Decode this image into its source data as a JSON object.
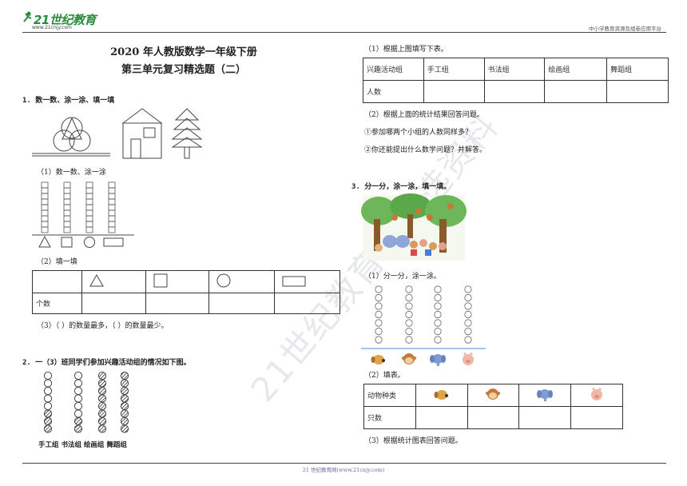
{
  "header": {
    "logo_text": "21世纪教育",
    "logo_url": "www.21cnjy.com",
    "right_text": "中小学教育资源及组卷应用平台"
  },
  "title": {
    "line1": "2020 年人教版数学一年级下册",
    "line2": "第三单元复习精选题（二）"
  },
  "q1": {
    "heading": "1. 数一数、涂一涂、填一填",
    "sub1": "（1）数一数、涂一涂",
    "sub2": "（2）填一填",
    "table_row_label": "个数",
    "sub3": "（3）（    ）的数量最多，（    ）的数量最少。"
  },
  "q2": {
    "heading": "2. 一（3）班同学们参加兴趣活动组的情况如下图。",
    "groups": [
      "手工组",
      "书法组",
      "绘画组",
      "舞蹈组"
    ],
    "groups_caption": "手工组 书法组 绘画组 舞蹈组",
    "sub1": "（1）根据上图填写下表。",
    "table_headers": [
      "兴趣活动组",
      "手工组",
      "书法组",
      "绘画组",
      "舞蹈组"
    ],
    "table_row_label": "人数",
    "sub2": "（2）根据上面的统计结果回答问题。",
    "sub2_q1": "①参加哪两个小组的人数同样多？",
    "sub2_q2": "②你还能提出什么数学问题？并解答。"
  },
  "q3": {
    "heading": "3. 分一分，涂一涂，填一填。",
    "sub1": "（1）分一分，涂一涂。",
    "sub2": "（2）填表。",
    "table_header_label": "动物种类",
    "table_row_label": "只数",
    "animals": [
      "dog-icon",
      "monkey-icon",
      "elephant-icon",
      "pig-icon"
    ],
    "sub3": "（3）根据统计图表回答问题。"
  },
  "footer": {
    "text": "21 世纪教育网(www.21cnjy.com)"
  },
  "watermark": "21世纪教育网精选资料",
  "colors": {
    "logo_green": "#2b8a3e",
    "footer_blue": "#6a6aa8",
    "tree_green": "#5aa84a",
    "trunk_brown": "#8a5a2b"
  }
}
